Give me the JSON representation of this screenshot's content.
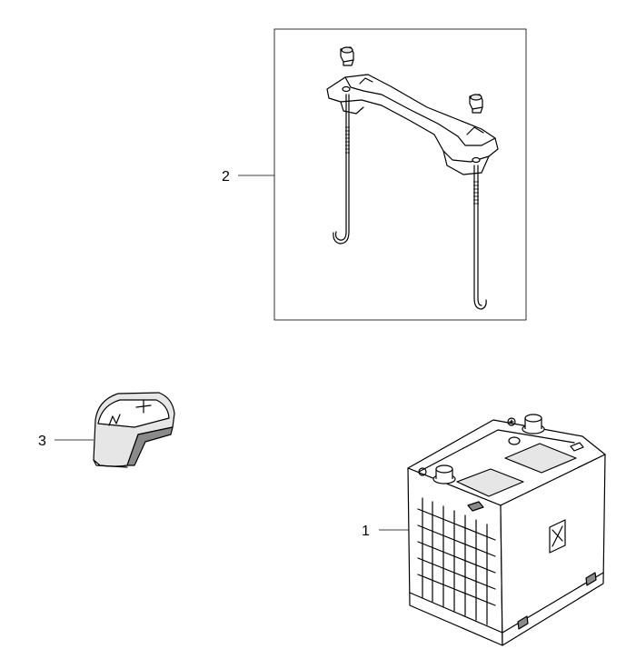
{
  "callouts": {
    "battery": "1",
    "hold_down_bracket": "2",
    "terminal_cover": "3"
  },
  "icons": {
    "battery": "battery-icon",
    "bracket": "battery-hold-down-bracket-icon",
    "cover": "terminal-cover-icon"
  }
}
